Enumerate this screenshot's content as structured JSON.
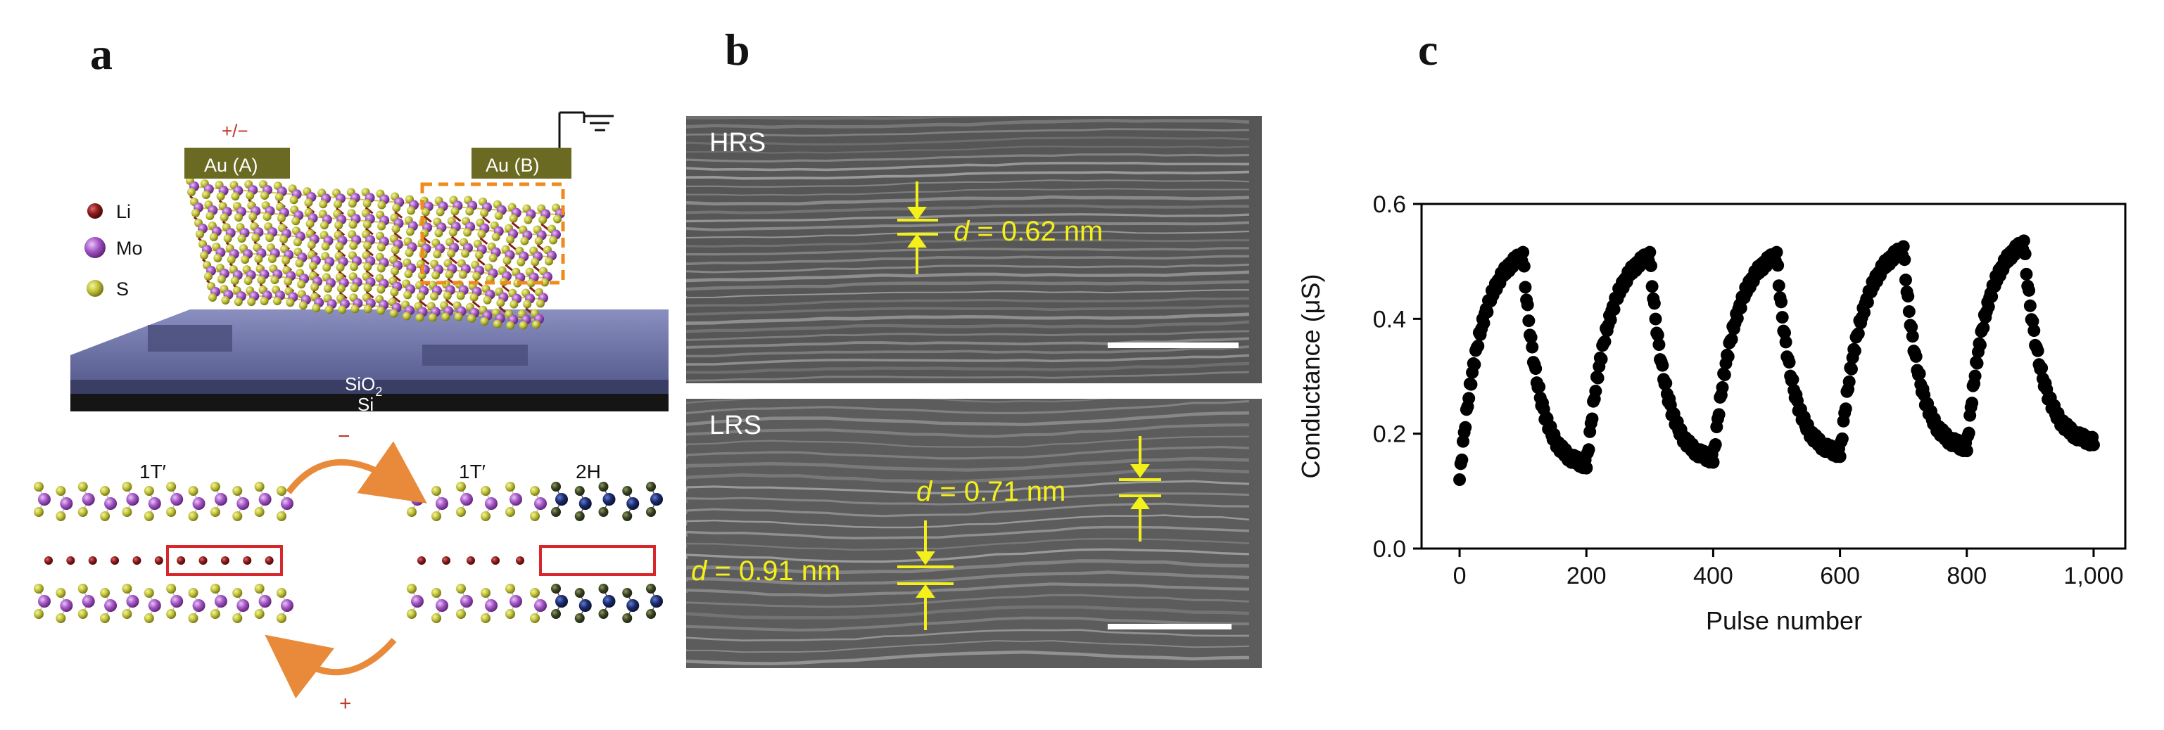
{
  "panels": {
    "a": "a",
    "b": "b",
    "c": "c"
  },
  "panel_a": {
    "bias": "+/−",
    "electrode_a": "Au (A)",
    "electrode_b": "Au (B)",
    "legend": [
      {
        "label": "Li",
        "color": "#7a1418"
      },
      {
        "label": "Mo",
        "color": "#a454c6"
      },
      {
        "label": "S",
        "color": "#c9c83a"
      }
    ],
    "substrate_top": "SiO",
    "substrate_top_sub": "2",
    "substrate_bottom": "Si",
    "phase_left": "1T′",
    "phase_mid": "1T′",
    "phase_right": "2H",
    "arrow_top_sign": "−",
    "arrow_bottom_sign": "+",
    "colors": {
      "mo": "#a454c6",
      "s": "#b9c13a",
      "li": "#8b1a1a",
      "h2_metal": "#1a2a6c",
      "h2_s": "#2e3a1c",
      "arrow": "#e98a3a",
      "box": "#d8262a",
      "dash": "#f08a1c"
    }
  },
  "panel_b": {
    "hrs_label": "HRS",
    "hrs_d_prefix": "d",
    "hrs_d_value": " = 0.62 nm",
    "lrs_label": "LRS",
    "lrs_d1_prefix": "d",
    "lrs_d1_value": " = 0.71 nm",
    "lrs_d2_prefix": "d",
    "lrs_d2_value": " = 0.91 nm",
    "annotation_color": "#f4f01a"
  },
  "chart_data": {
    "type": "scatter",
    "xlabel": "Pulse number",
    "ylabel": "Conductance (μS)",
    "xlim": [
      -60,
      1050
    ],
    "ylim": [
      0.0,
      0.6
    ],
    "x_ticks": [
      0,
      200,
      400,
      600,
      800,
      1000
    ],
    "x_tick_labels": [
      "0",
      "200",
      "400",
      "600",
      "800",
      "1,000"
    ],
    "y_ticks": [
      0.0,
      0.2,
      0.4,
      0.6
    ],
    "y_tick_labels": [
      "0.0",
      "0.2",
      "0.4",
      "0.6"
    ],
    "grid": false,
    "marker_color": "#000000",
    "cycles": [
      {
        "start": 0,
        "peak_x": 100,
        "end": 200,
        "min": 0.12,
        "peak": 0.51,
        "end_val": 0.14
      },
      {
        "start": 200,
        "peak_x": 300,
        "end": 400,
        "min": 0.14,
        "peak": 0.51,
        "end_val": 0.15
      },
      {
        "start": 400,
        "peak_x": 500,
        "end": 600,
        "min": 0.15,
        "peak": 0.51,
        "end_val": 0.16
      },
      {
        "start": 600,
        "peak_x": 700,
        "end": 800,
        "min": 0.16,
        "peak": 0.52,
        "end_val": 0.17
      },
      {
        "start": 800,
        "peak_x": 890,
        "end": 1000,
        "min": 0.17,
        "peak": 0.53,
        "end_val": 0.18
      }
    ]
  }
}
